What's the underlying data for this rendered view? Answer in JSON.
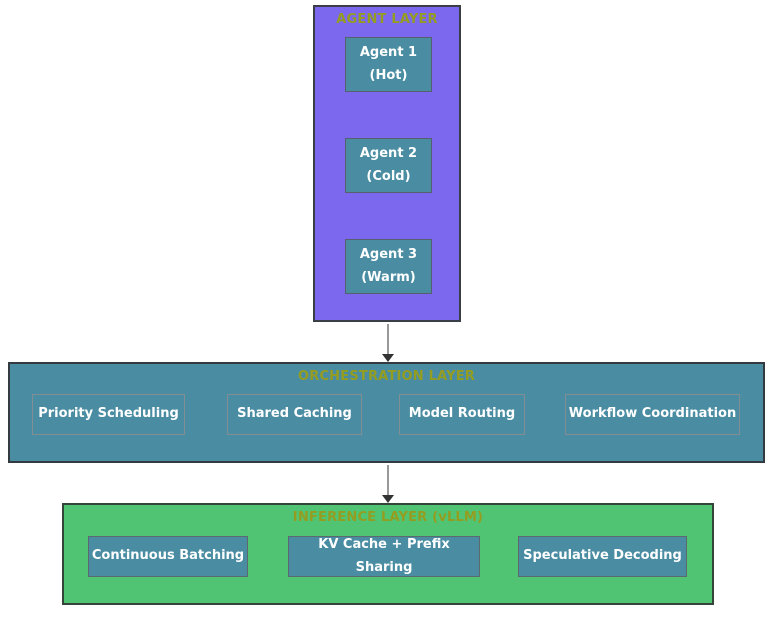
{
  "diagram": {
    "agent_layer": {
      "title": "AGENT LAYER",
      "nodes": [
        {
          "label": "Agent 1\n(Hot)"
        },
        {
          "label": "Agent 2\n(Cold)"
        },
        {
          "label": "Agent 3\n(Warm)"
        }
      ]
    },
    "orchestration_layer": {
      "title": "ORCHESTRATION LAYER",
      "nodes": [
        {
          "label": "Priority Scheduling"
        },
        {
          "label": "Shared Caching"
        },
        {
          "label": "Model Routing"
        },
        {
          "label": "Workflow Coordination"
        }
      ]
    },
    "inference_layer": {
      "title": "INFERENCE LAYER (vLLM)",
      "nodes": [
        {
          "label": "Continuous Batching"
        },
        {
          "label": "KV Cache + Prefix Sharing"
        },
        {
          "label": "Speculative Decoding"
        }
      ]
    },
    "arrows": [
      {
        "from": "agent_layer",
        "to": "orchestration_layer"
      },
      {
        "from": "orchestration_layer",
        "to": "inference_layer"
      }
    ],
    "colors": {
      "agent_layer_fill": "#7B68EE",
      "orchestration_layer_fill": "#4A8DA2",
      "inference_layer_fill": "#50C472",
      "node_fill": "#4A8DA2",
      "layer_title_text": "#959D20",
      "node_text": "#FFFFFF",
      "arrow_line": "#999999",
      "arrow_head": "#333333"
    }
  }
}
